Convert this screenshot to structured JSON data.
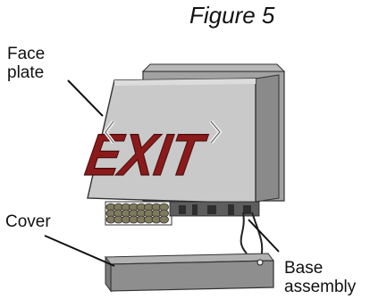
{
  "figure_title": "Figure 5",
  "labels": {
    "face_plate_line1": "Face",
    "face_plate_line2": "plate",
    "cover": "Cover",
    "base_assembly_line1": "Base",
    "base_assembly_line2": "assembly"
  },
  "sign_text": "EXIT",
  "colors": {
    "housing": "#9a9a9a",
    "face_plate": "#c9c9c9",
    "exit_text": "#8b1a1a",
    "cover": "#8e8e8e",
    "batteries": "#7f7a5c"
  }
}
